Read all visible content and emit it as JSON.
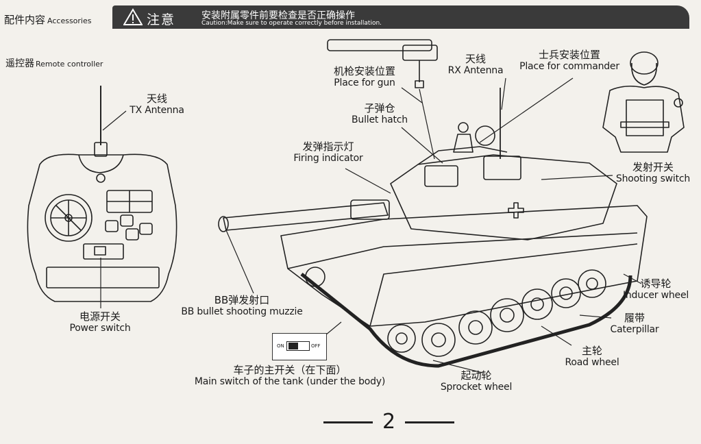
{
  "header": {
    "accessories_cn": "配件内容",
    "accessories_en": "Accessories",
    "caution_title": "注意",
    "caution_cn": "安装附属零件前要检查是否正确操作",
    "caution_en": "Caution:Make sure to operate correctly before installation."
  },
  "remote": {
    "title_cn": "遥控器",
    "title_en": "Remote controller",
    "tx_cn": "天线",
    "tx_en": "TX Antenna",
    "power_cn": "电源开关",
    "power_en": "Power switch"
  },
  "tank": {
    "gun_cn": "机枪安装位置",
    "gun_en": "Place for gun",
    "rx_cn": "天线",
    "rx_en": "RX Antenna",
    "commander_cn": "士兵安装位置",
    "commander_en": "Place for commander",
    "hatch_cn": "子弹仓",
    "hatch_en": "Bullet hatch",
    "firing_cn": "发弹指示灯",
    "firing_en": "Firing indicator",
    "shooting_cn": "发射开关",
    "shooting_en": "Shooting switch",
    "muzzle_cn": "BB弹发射口",
    "muzzle_en": "BB bullet shooting muzzie",
    "inducer_cn": "诱导轮",
    "inducer_en": "Inducer wheel",
    "caterpillar_cn": "履带",
    "caterpillar_en": "Caterpillar",
    "road_cn": "主轮",
    "road_en": "Road wheel",
    "sprocket_cn": "起动轮",
    "sprocket_en": "Sprocket wheel",
    "main_switch_cn": "车子的主开关（在下面）",
    "main_switch_en": "Main switch of the tank (under the body)",
    "switch_on": "ON",
    "switch_off": "OFF"
  },
  "page_number": "2"
}
